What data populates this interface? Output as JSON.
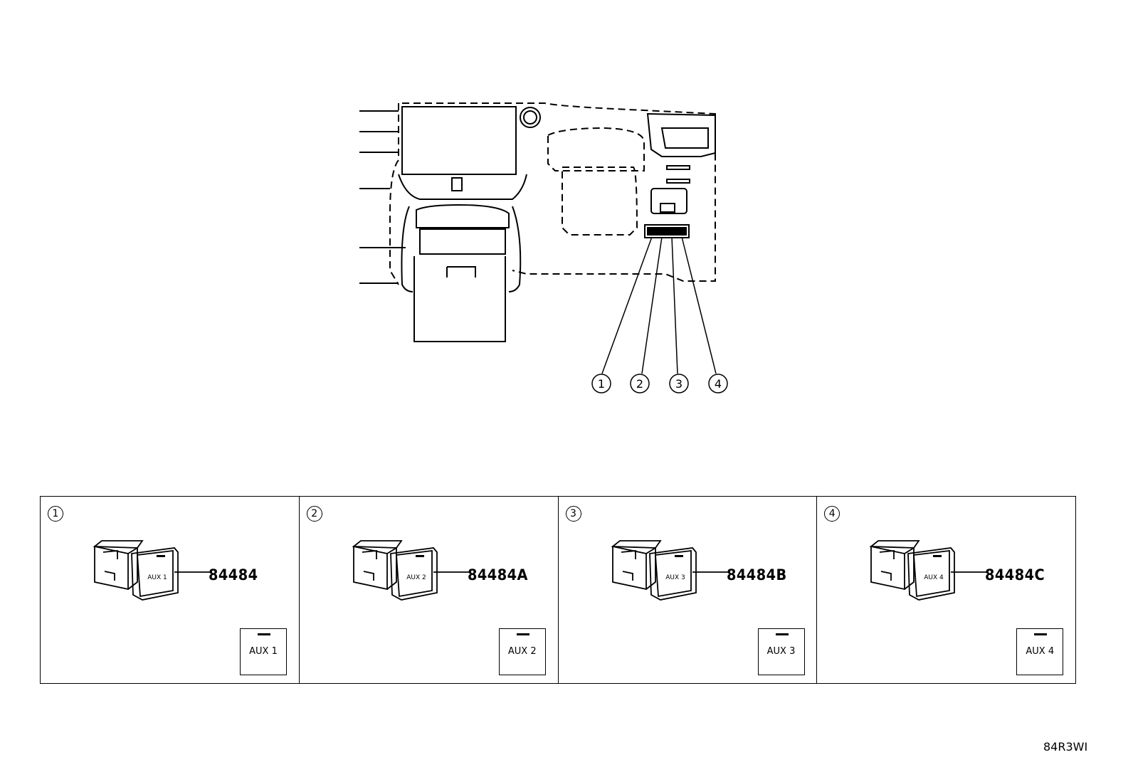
{
  "overview": {
    "callouts": [
      {
        "number": "1"
      },
      {
        "number": "2"
      },
      {
        "number": "3"
      },
      {
        "number": "4"
      }
    ]
  },
  "panels": [
    {
      "marker": "1",
      "part_number": "84484",
      "switch_label": "AUX 1",
      "face_label": "AUX 1"
    },
    {
      "marker": "2",
      "part_number": "84484A",
      "switch_label": "AUX 2",
      "face_label": "AUX 2"
    },
    {
      "marker": "3",
      "part_number": "84484B",
      "switch_label": "AUX 3",
      "face_label": "AUX 3"
    },
    {
      "marker": "4",
      "part_number": "84484C",
      "switch_label": "AUX 4",
      "face_label": "AUX 4"
    }
  ],
  "diagram_code": "84R3WI"
}
